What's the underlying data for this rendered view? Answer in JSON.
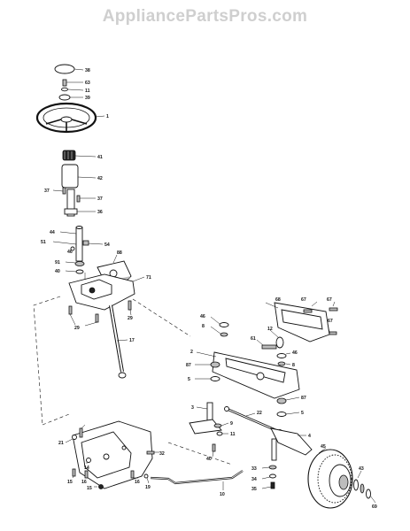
{
  "header": {
    "watermark": "AppliancePartsPros.com"
  },
  "callouts": {
    "c38": "38",
    "c63": "63",
    "c11a": "11",
    "c39": "39",
    "c1": "1",
    "c41": "41",
    "c42": "42",
    "c37a": "37",
    "c37b": "37",
    "c36": "36",
    "c44": "44",
    "c51": "51",
    "c54": "54",
    "c46a": "46",
    "c91": "91",
    "c40a": "40",
    "c88": "88",
    "c71": "71",
    "c29a": "29",
    "c29b": "29",
    "c17": "17",
    "c68a": "68",
    "c67a": "67",
    "c67b": "67",
    "c46b": "46",
    "c8a": "8",
    "c61": "61",
    "c12": "12",
    "c67c": "67",
    "c2": "2",
    "c87a": "87",
    "c5a": "5",
    "c46c": "46",
    "c8b": "8",
    "c87b": "87",
    "c5b": "5",
    "c3": "3",
    "c22": "22",
    "c9": "9",
    "c11b": "11",
    "c40b": "40",
    "c4": "4",
    "c33": "33",
    "c34": "34",
    "c35": "35",
    "c45": "45",
    "c43": "43",
    "c69": "69",
    "c21": "21",
    "c32": "32",
    "c14": "14",
    "c15a": "15",
    "c15b": "15",
    "c16a": "16",
    "c16b": "16",
    "c19": "19",
    "c10": "10"
  }
}
